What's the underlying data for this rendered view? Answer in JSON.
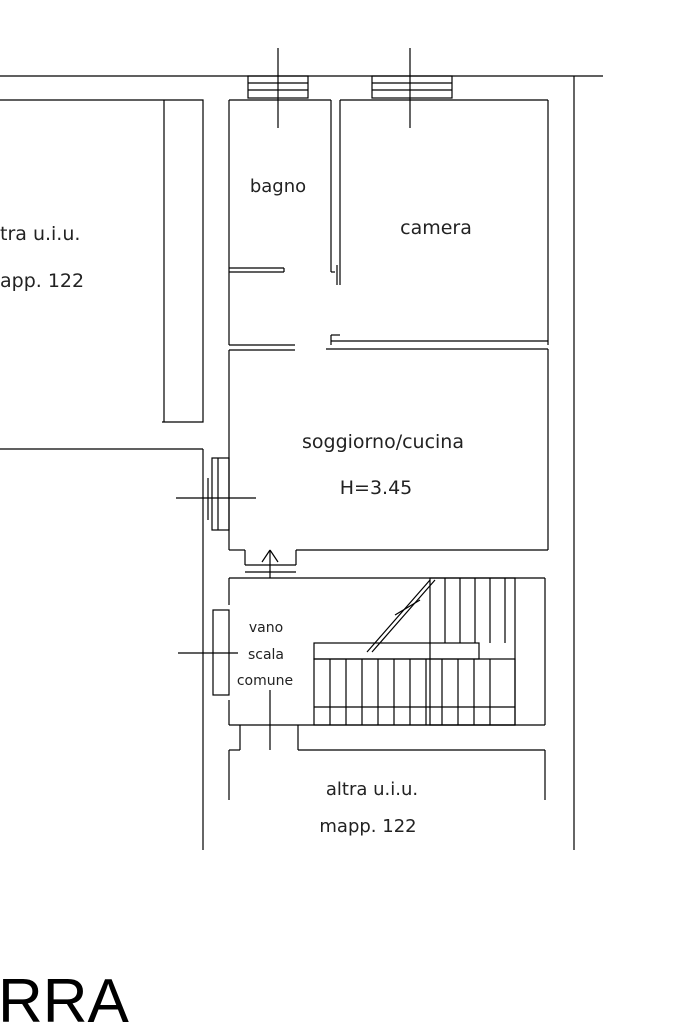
{
  "rooms": {
    "bagno": "bagno",
    "camera": "camera",
    "soggiorno": "soggiorno/cucina",
    "height": "H=3.45",
    "vano1": "vano",
    "vano2": "scala",
    "vano3": "comune"
  },
  "neighbors": {
    "left_line1": "tra u.i.u.",
    "left_line2": "app. 122",
    "bottom_line1": "altra u.i.u.",
    "bottom_line2": "mapp. 122"
  },
  "floor_label": "RRA",
  "colors": {
    "line": "#000000",
    "text": "#222222"
  }
}
